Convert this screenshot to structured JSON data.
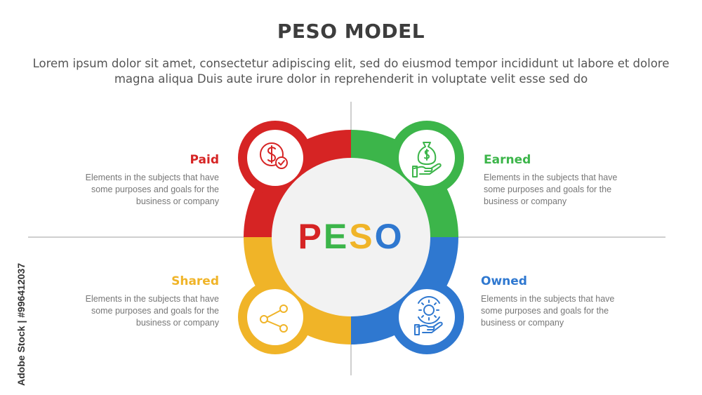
{
  "title": "PESO MODEL",
  "subtitle": "Lorem ipsum dolor sit amet, consectetur adipiscing elit, sed do eiusmod tempor incididunt ut labore et dolore magna aliqua Duis aute irure dolor in reprehenderit in voluptate velit esse sed do",
  "center": {
    "letters": [
      {
        "char": "P",
        "color": "#d62424"
      },
      {
        "char": "E",
        "color": "#3cb54a"
      },
      {
        "char": "S",
        "color": "#f0b428"
      },
      {
        "char": "O",
        "color": "#2f78d0"
      }
    ]
  },
  "sections": [
    {
      "id": "paid",
      "label": "Paid",
      "color": "#d62424",
      "icon": "dollar-check-icon",
      "description": "Elements in the subjects that have some purposes and goals for the business or company"
    },
    {
      "id": "earned",
      "label": "Earned",
      "color": "#3cb54a",
      "icon": "money-bag-hand-icon",
      "description": "Elements in the subjects that have some purposes and goals for the business or company"
    },
    {
      "id": "shared",
      "label": "Shared",
      "color": "#f0b428",
      "icon": "share-icon",
      "description": "Elements in the subjects that have some purposes and goals for the business or company"
    },
    {
      "id": "owned",
      "label": "Owned",
      "color": "#2f78d0",
      "icon": "gear-hand-icon",
      "description": "Elements in the subjects that have some purposes and goals for the business or company"
    }
  ],
  "watermark": "Adobe Stock | #996412037"
}
